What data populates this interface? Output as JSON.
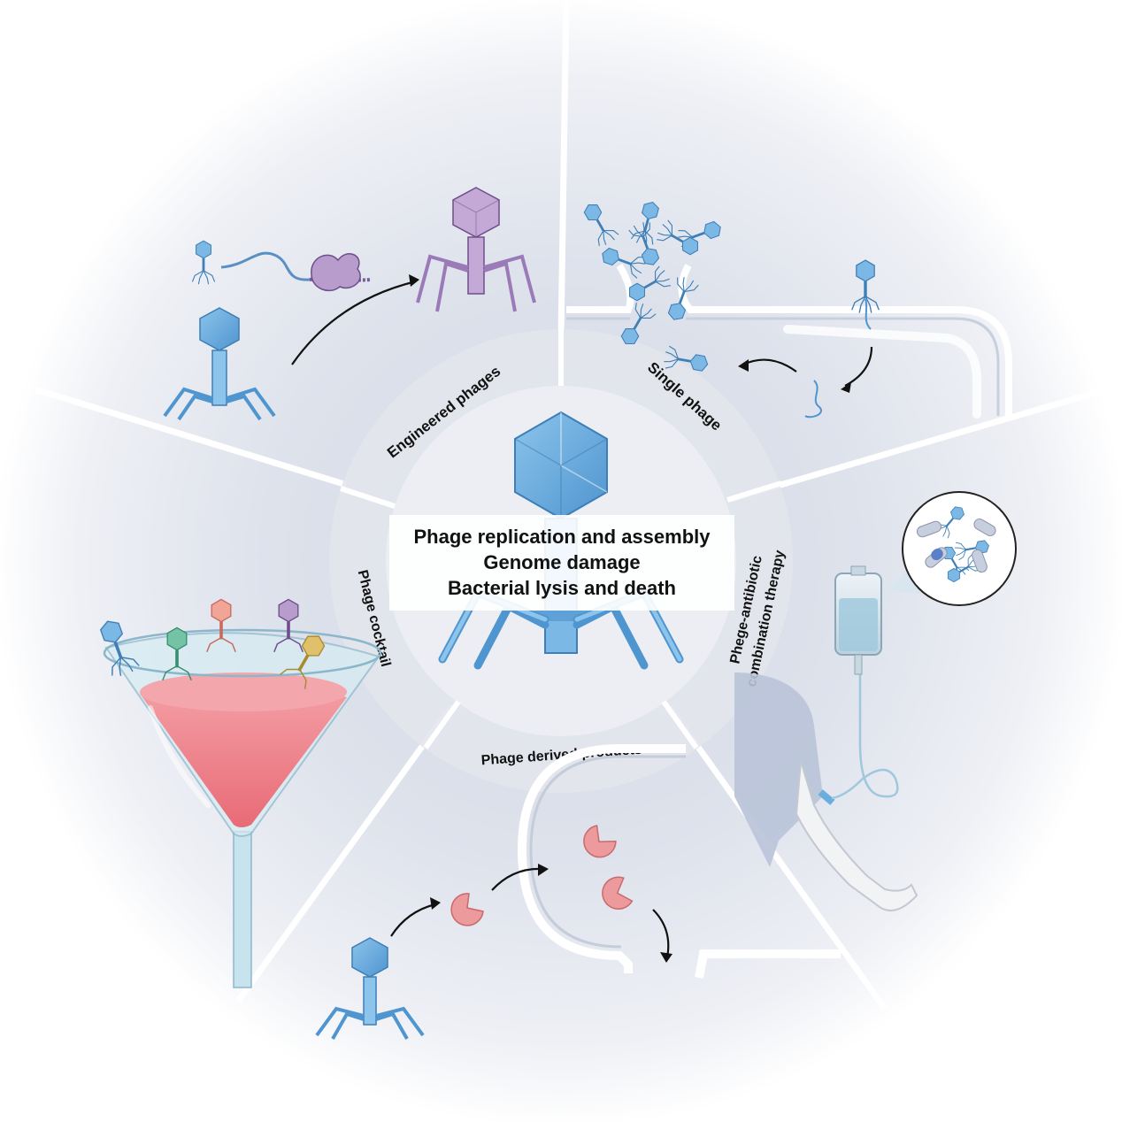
{
  "center": {
    "lines": [
      "Phage replication and assembly",
      "Genome damage",
      "Bacterial lysis and death"
    ]
  },
  "segments": {
    "engineered": "Engineered phages",
    "single": "Single phage",
    "combination_line1": "Phege-antibiotic",
    "combination_line2": "combination therapy",
    "derived": "Phage derived products",
    "cocktail": "Phage cocktail"
  },
  "colors": {
    "phage_blue": "#6aaee0",
    "phage_purple": "#b79ccc",
    "cocktail_liquid": "#ec7a84",
    "enzyme_pink": "#ec9a9c",
    "background_gray": "#e4e7ee",
    "outline_blue": "#3d7fb6"
  }
}
